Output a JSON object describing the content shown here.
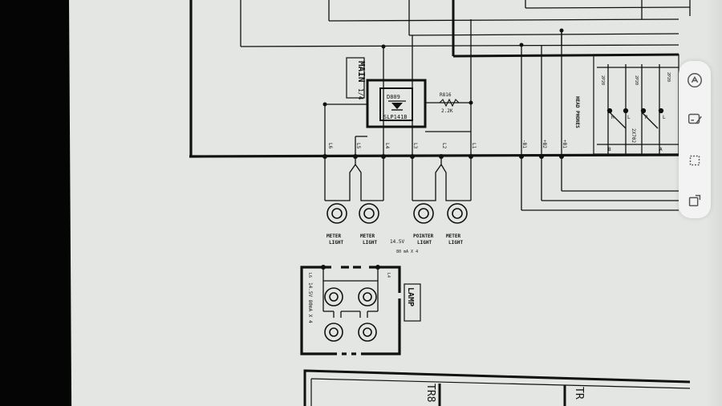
{
  "labels": {
    "main": "MAIN",
    "main_frac": "1/4",
    "diode_ref": "D809",
    "diode_part": "SLP141B",
    "resistor_ref": "R816",
    "resistor_val": "2.2K",
    "headphones": "HEAD PHONES",
    "connector": "2X702",
    "lamp": "LAMP",
    "voltage": "14.5V",
    "current": "80 mA X 4",
    "lamp_rating": "14.5V 80mA X 4",
    "tr_left": "TR8",
    "tr_right": "TR",
    "bus": [
      "L6",
      "L5",
      "L4",
      "L3",
      "L2",
      "L1",
      "-B1",
      "+B2",
      "+B1"
    ],
    "lamp_l6": "L6",
    "lamp_l4": "L4",
    "lamps": [
      {
        "line1": "METER",
        "line2": "LIGHT"
      },
      {
        "line1": "METER",
        "line2": "LIGHT"
      },
      {
        "line1": "POINTER",
        "line2": "LIGHT"
      },
      {
        "line1": "METER",
        "line2": "LIGHT"
      }
    ],
    "resistor_stack": [
      "2P20",
      "2P20",
      "2P20"
    ],
    "node_labels": [
      "R",
      "L",
      "R",
      "L",
      "B",
      "A"
    ]
  },
  "toolbar": {
    "icons": [
      "annotate-icon",
      "pen-icon",
      "crop-icon",
      "resize-icon"
    ]
  }
}
